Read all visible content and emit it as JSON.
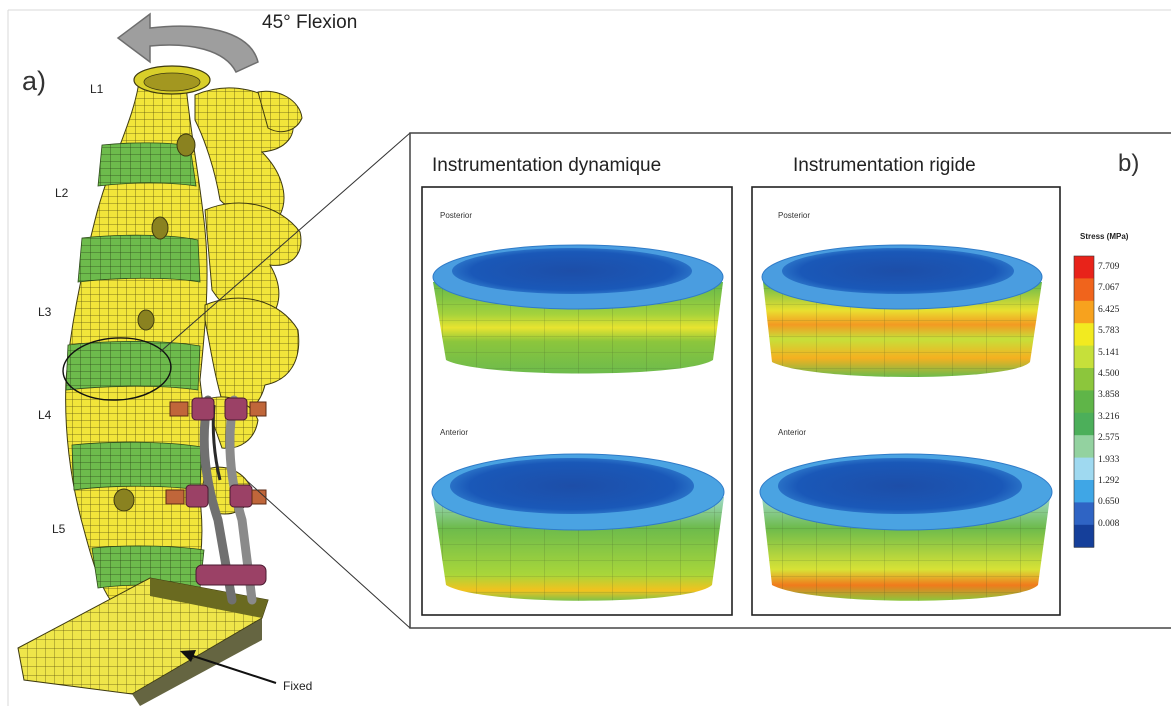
{
  "labels": {
    "flexion": "45° Flexion",
    "panel_a": "a)",
    "panel_b": "b)",
    "fixed": "Fixed",
    "vertebrae": [
      "L1",
      "L2",
      "L3",
      "L4",
      "L5"
    ]
  },
  "panels": [
    {
      "title": "Instrumentation dynamique",
      "top_view": "Posterior",
      "bottom_view": "Anterior"
    },
    {
      "title": "Instrumentation rigide",
      "top_view": "Posterior",
      "bottom_view": "Anterior"
    }
  ],
  "legend": {
    "title": "Stress (MPa)",
    "values": [
      "7.709",
      "7.067",
      "6.425",
      "5.783",
      "5.141",
      "4.500",
      "3.858",
      "3.216",
      "2.575",
      "1.933",
      "1.292",
      "0.650",
      "0.008"
    ],
    "colors": [
      "#e8231a",
      "#f0641c",
      "#f7a21e",
      "#f2ea20",
      "#c6e03a",
      "#8cc63c",
      "#5fb548",
      "#4caf5a",
      "#93d2a0",
      "#9fd9f0",
      "#3fa6e6",
      "#2f64c4",
      "#153f9a"
    ]
  },
  "colors": {
    "vertebra_mesh": "#f2e53a",
    "disc_mesh": "#6dbb4c",
    "implant": "#9b4166",
    "rod": "#707070"
  }
}
